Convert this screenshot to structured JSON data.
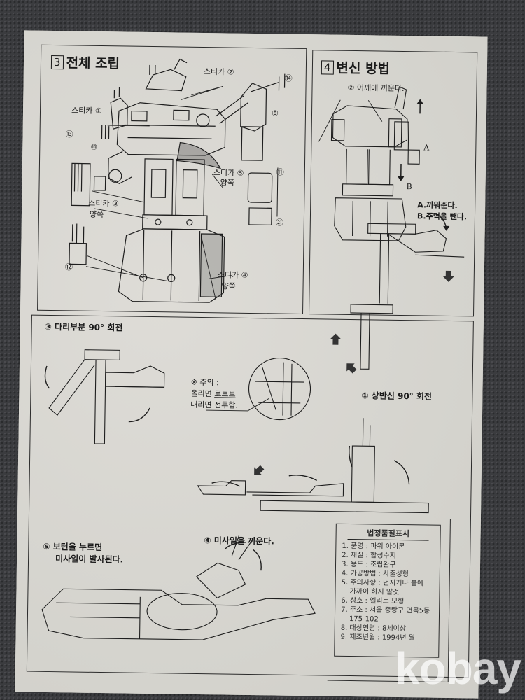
{
  "section3": {
    "number": "3",
    "title": "전체 조립",
    "labels": {
      "sticker1": "스티카 ①",
      "sticker2": "스티카 ②",
      "sticker3": "스티카 ③",
      "sticker3_sub": "양쪽",
      "sticker4": "스티카 ④",
      "sticker4_sub": "양쪽",
      "sticker5": "스티카 ⑤",
      "sticker5_sub": "양쪽"
    },
    "part_numbers": [
      "⑭",
      "⑧",
      "⑬",
      "⑩",
      "⑪",
      "㉑",
      "⑫"
    ]
  },
  "section4": {
    "number": "4",
    "title": "변신 방법",
    "step2": "② 어깨에 끼운다.",
    "arrow_a": "A",
    "arrow_b": "B",
    "note_a": "A.끼워준다.",
    "note_b": "B.주먹을 뺀다.",
    "step1": "① 상반신 90° 회전"
  },
  "bottom": {
    "step3": "③ 다리부분 90° 회전",
    "caution_title": "※ 주의 :",
    "caution_line1_a": "올리면 ",
    "caution_line1_b": "로보트",
    "caution_line2": "내리면 전투함.",
    "step4": "④ 미사일을 끼운다.",
    "step5_line1": "⑤ 보턴을 누르면",
    "step5_line2": "미사일이 발사된다."
  },
  "quality_label": {
    "title": "법정품질표시",
    "rows": [
      "1. 품명 : 파워 아이론",
      "2. 재질 : 합성수지",
      "3. 용도 : 조립완구",
      "4. 가공방법 : 사출성형",
      "5. 주의사항 : 던지거나 불에",
      "가까이 하지 말것",
      "6. 상호 : 엘리트 모형",
      "7. 주소 : 서울 중랑구 면목5동",
      "175-102",
      "8. 대상연령 : 8세이상",
      "9. 제조년월 : 1994년    월"
    ]
  },
  "watermark": "kobay",
  "colors": {
    "paper": "#d8d7d2",
    "ink": "#1a1a1a",
    "background": "#3b3c3f"
  }
}
